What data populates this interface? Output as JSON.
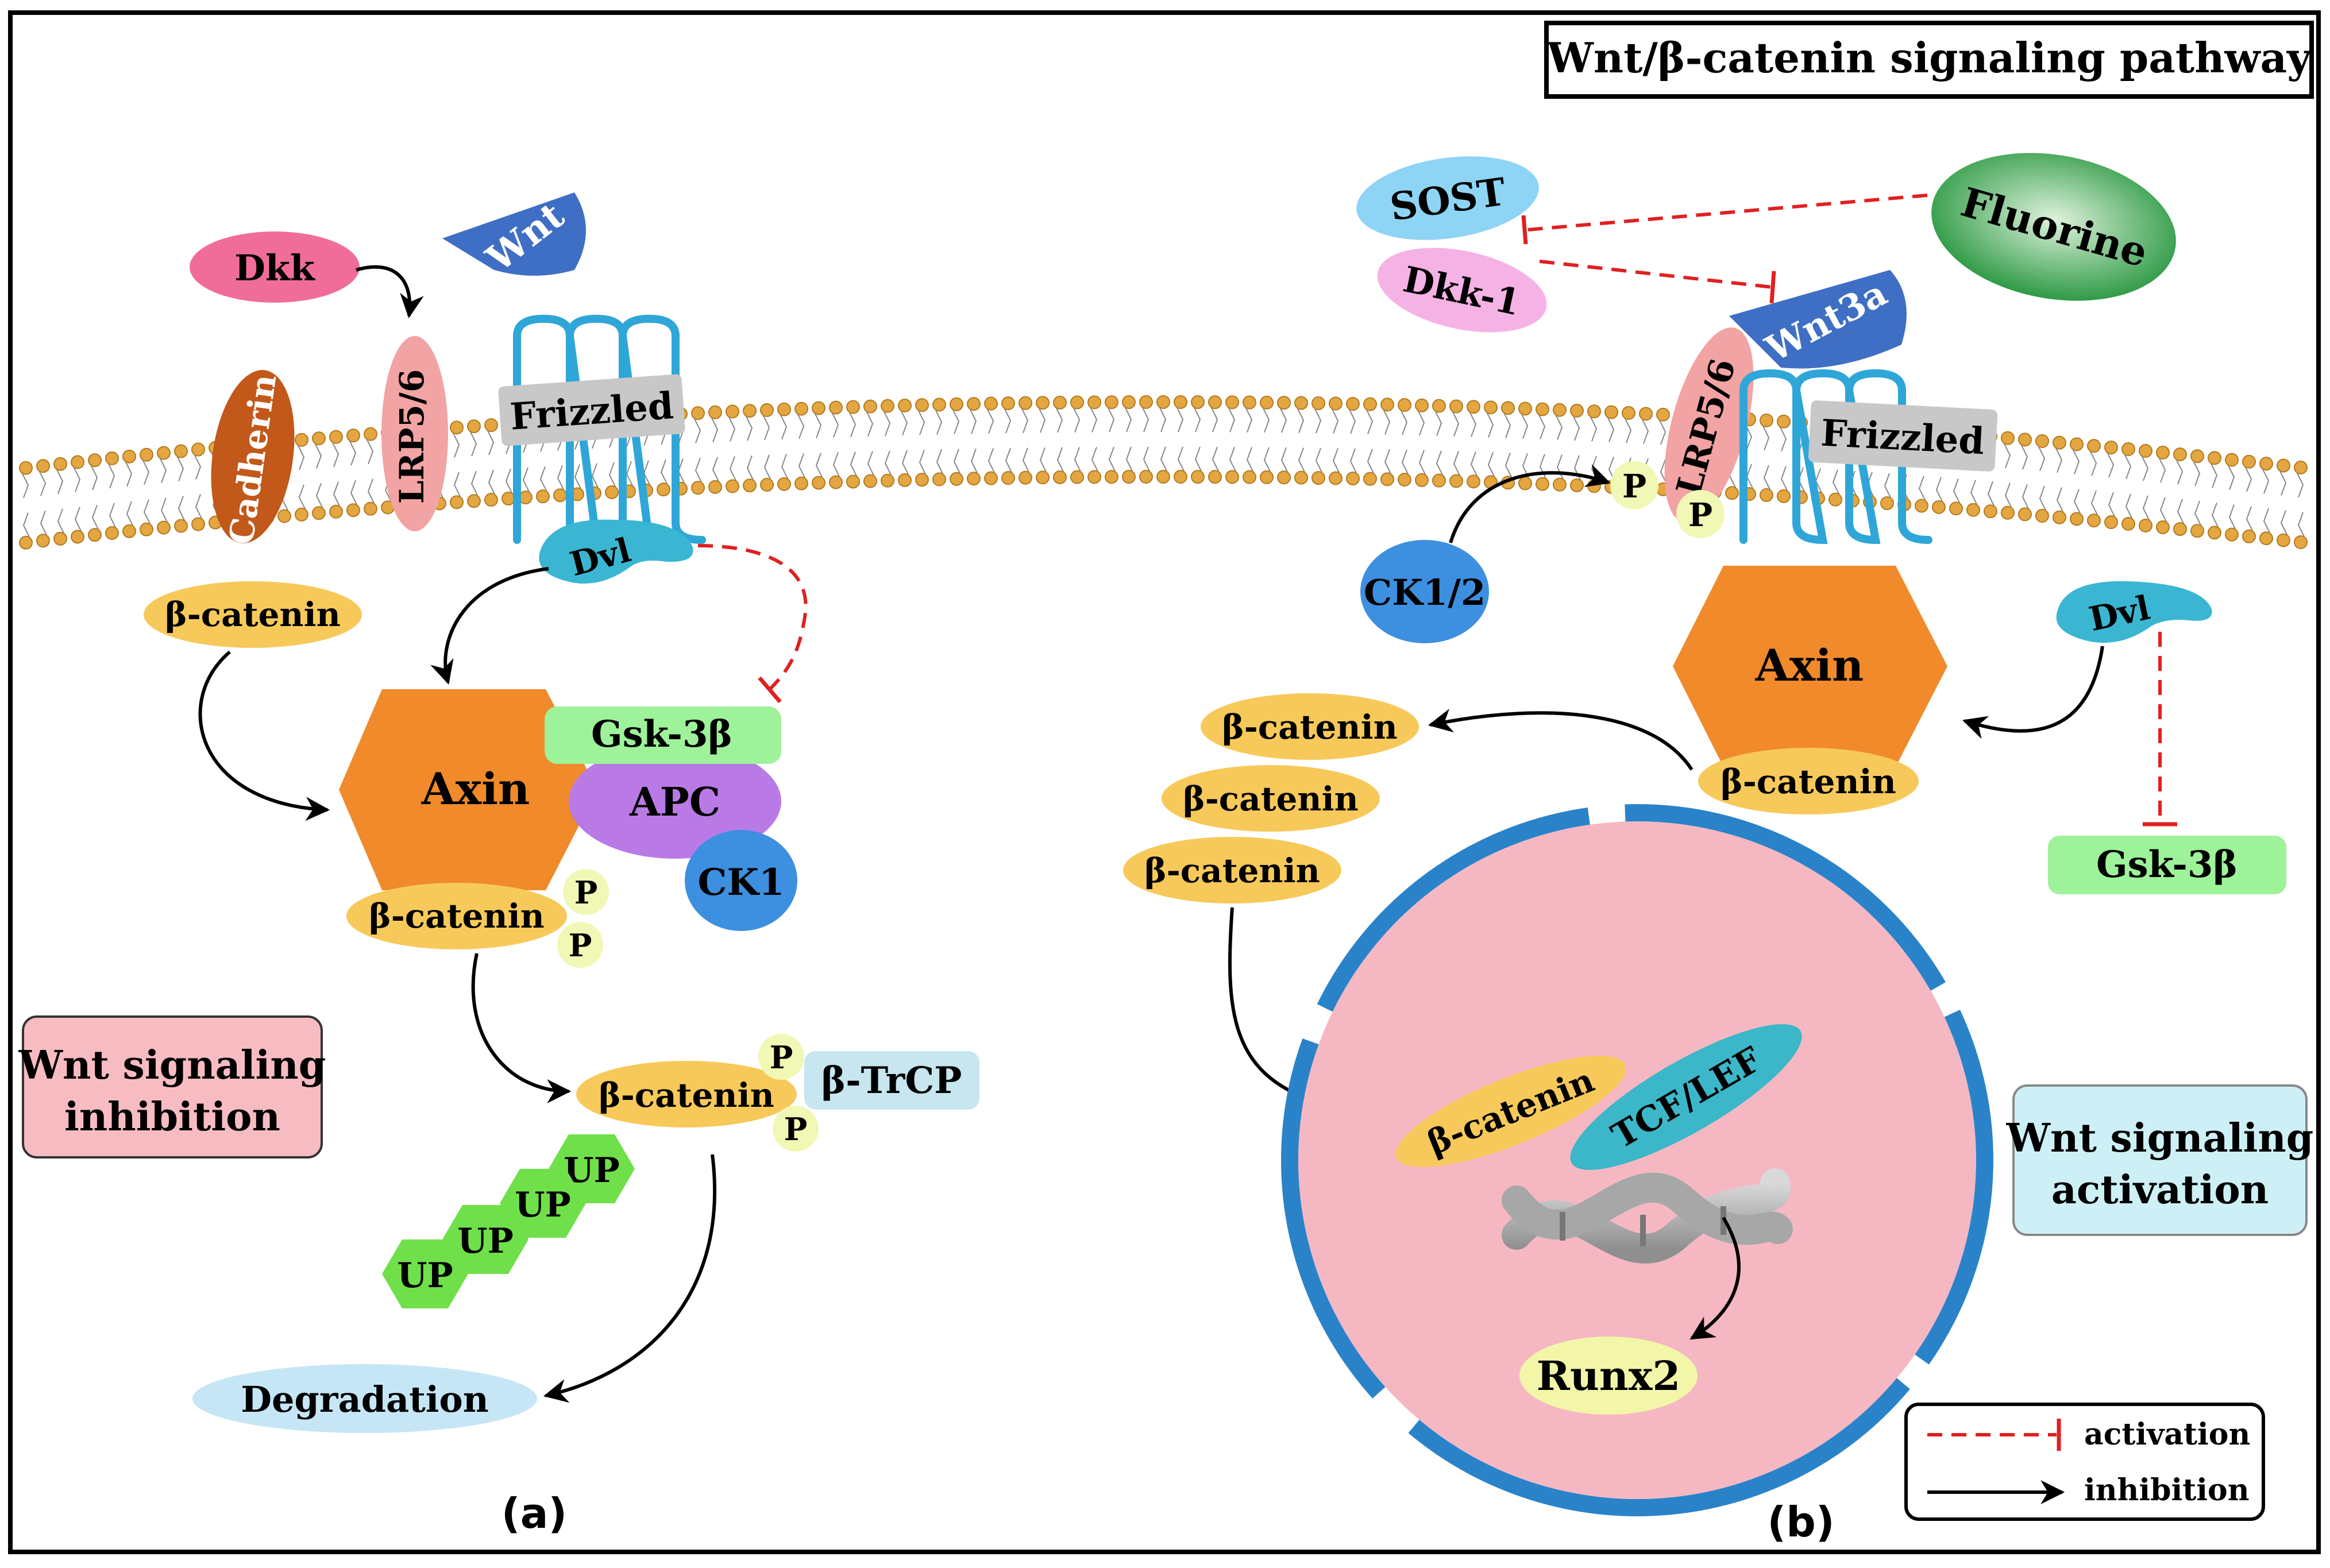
{
  "title": "Wnt/β-catenin signaling pathway",
  "panel_a": {
    "caption": "(a)",
    "wnt": "Wnt",
    "dkk": "Dkk",
    "cadherin": "Cadherin",
    "lrp": "LRP5/6",
    "frizzled": "Frizzled",
    "dvl": "Dvl",
    "bcat_membrane": "β-catenin",
    "axin": "Axin",
    "gsk": "Gsk-3β",
    "apc": "APC",
    "ck1": "CK1",
    "bcat_complex": "β-catenin",
    "p": "P",
    "bcat_trcp": "β-catenin",
    "btrcp": "β-TrCP",
    "up": "UP",
    "degradation": "Degradation",
    "box_line1": "Wnt signaling",
    "box_line2": "inhibition"
  },
  "panel_b": {
    "caption": "(b)",
    "sost": "SOST",
    "dkk1": "Dkk-1",
    "fluorine": "Fluorine",
    "wnt3a": "Wnt3a",
    "lrp": "LRP5/6",
    "frizzled": "Frizzled",
    "p": "P",
    "ck12": "CK1/2",
    "axin": "Axin",
    "bcat_axin": "β-catenin",
    "dvl": "Dvl",
    "gsk": "Gsk-3β",
    "bcat_stack": "β-catenin",
    "bcat_nucleus": "β-catenin",
    "tcf": "TCF/LEF",
    "runx2": "Runx2",
    "box_line1": "Wnt signaling",
    "box_line2": "activation"
  },
  "legend": {
    "dashed_label": "activation",
    "solid_label": "inhibition"
  },
  "colors": {
    "membrane": "#e3a640",
    "bcatenin": "#f7c95a",
    "axin": "#f08a2a",
    "gsk": "#9ef29a",
    "apc": "#b97ae6",
    "ck": "#3d8fe0",
    "wnt": "#3f6fc4",
    "dvl": "#3ab6d2",
    "dkk": "#f06d9a",
    "lrp": "#f2a3a3",
    "frizzled_receptor": "#2fa6d8",
    "cadherin": "#c2581a",
    "phospho": "#f1f7b4",
    "ubiquitin": "#6fe04a",
    "trcp": "#c7e6ef",
    "degradation": "#c6e6f5",
    "inhibition_box": "#f7bcc2",
    "activation_box": "#cdf0f6",
    "nucleus": "#f5b8c2",
    "nuclear_envelope": "#2a83c9",
    "fluorine": "#2e9a45",
    "sost": "#8ed4f5",
    "dkk1": "#f5b3e5",
    "tcf": "#3bb7c9",
    "runx2": "#f3f6a8",
    "dashed": "#e02020"
  }
}
